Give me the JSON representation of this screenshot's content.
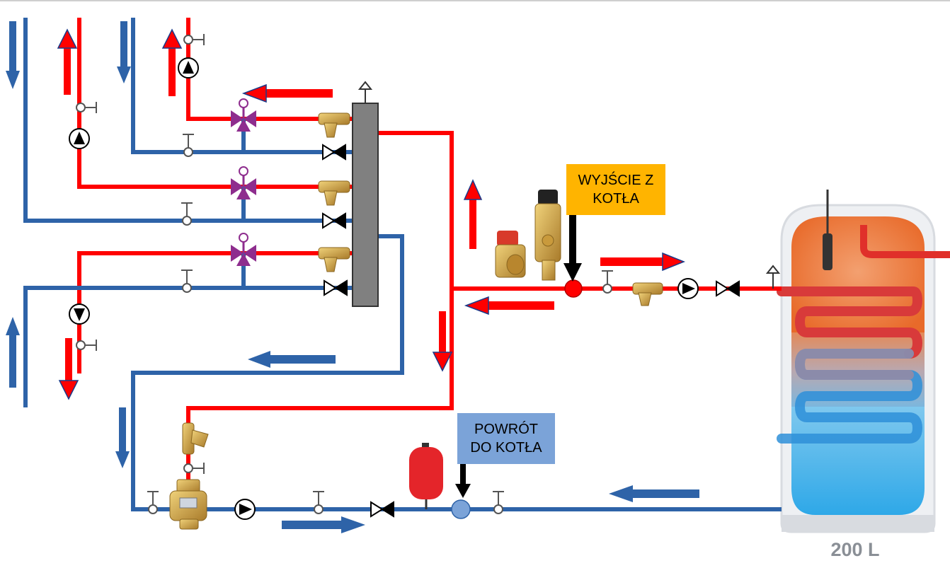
{
  "labels": {
    "boiler_output": "WYJŚCIE Z\nKOTŁA",
    "boiler_return": "POWRÓT\nDO KOTŁA",
    "tank_capacity": "200 L"
  },
  "colors": {
    "supply": "#ff0000",
    "return": "#2e63a8",
    "boiler_output_box": "#ffb400",
    "boiler_return_box": "#7ba3d8",
    "valve_purple": "#8e2d8e",
    "brass": "#c89a3c",
    "separator": "#808080",
    "tank_shell": "#eef0f3"
  },
  "icons": [
    "pump-icon",
    "ball-valve-icon",
    "three-way-mixing-valve-icon",
    "y-strainer-icon",
    "thermometer-icon",
    "air-vent-icon",
    "safety-valve-icon",
    "expansion-vessel-icon",
    "thermostatic-valve-icon",
    "flow-arrow-icon"
  ]
}
